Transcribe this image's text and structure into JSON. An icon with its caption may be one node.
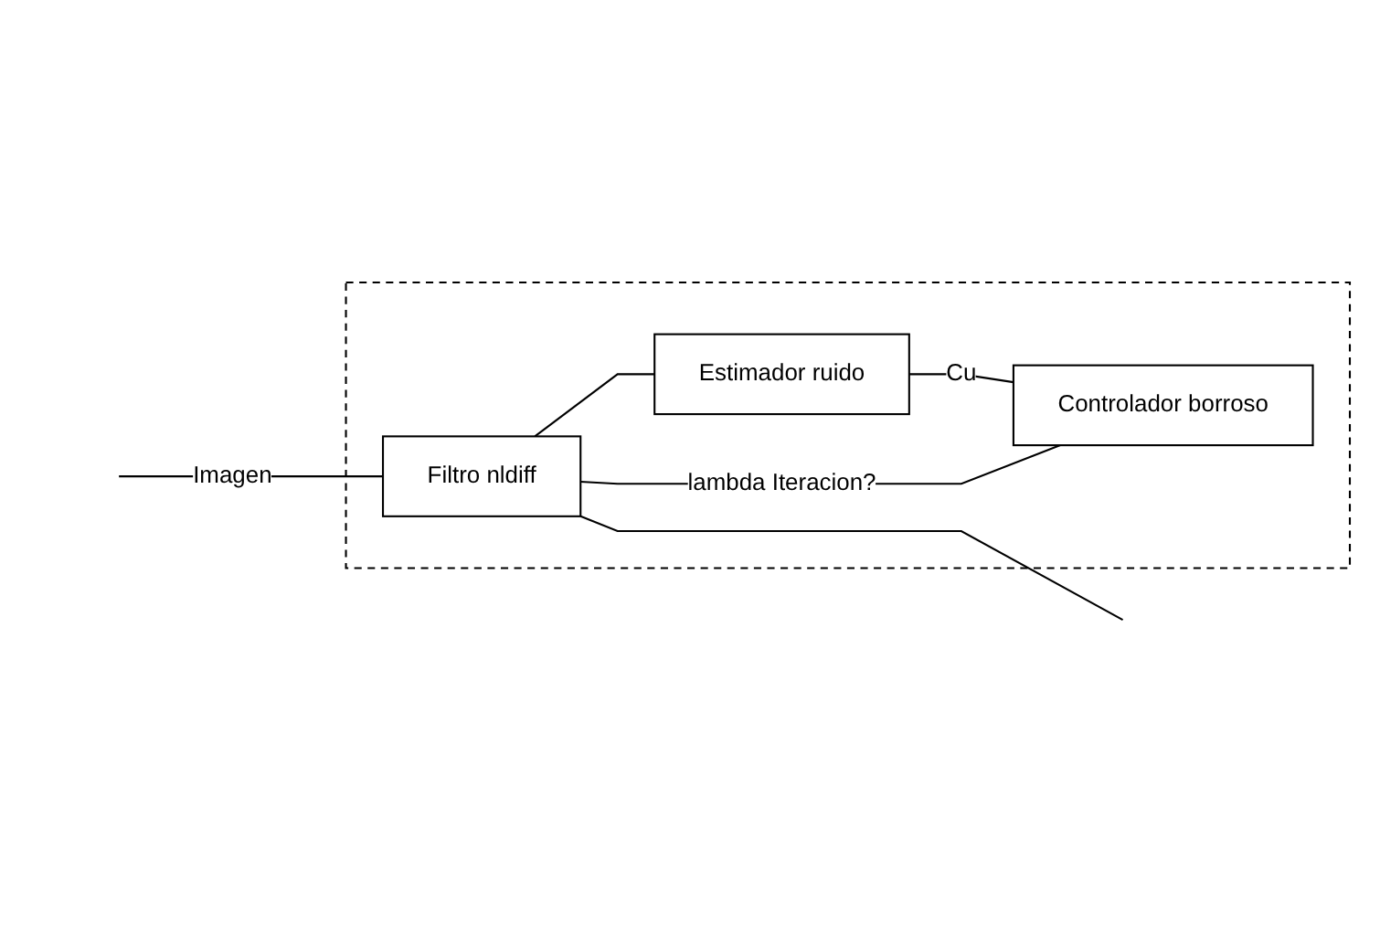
{
  "diagram": {
    "nodes": [
      {
        "text": [],
        "shape": "box"
      },
      {
        "text": [
          "Filtro nldiff"
        ],
        "in": 0
      },
      {
        "text": [
          "Estimador ruido"
        ],
        "in": 0
      },
      {
        "text": [
          "Controlador borroso"
        ],
        "in": 0
      }
    ],
    "edges": [
      {
        "from": null,
        "to": 1,
        "arrow": "none",
        "label": "Imagen"
      },
      {
        "from": 1,
        "to": null,
        "arrow": "none"
      },
      {
        "from": 1,
        "to": 2,
        "arrow": "none"
      },
      {
        "from": 2,
        "to": 3,
        "arrow": "none",
        "label": "Cu"
      },
      {
        "from": 3,
        "to": 1,
        "arrow": "none",
        "label": "lambda Iteracion?"
      }
    ]
  }
}
